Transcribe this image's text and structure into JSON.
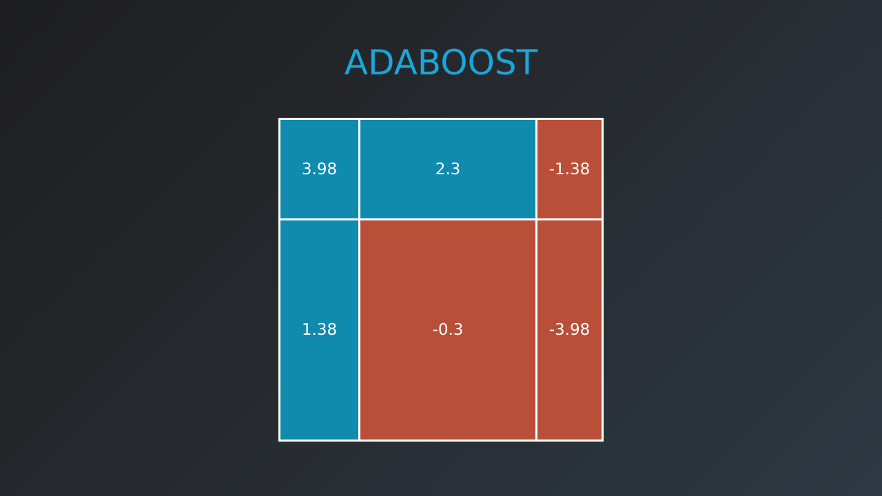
{
  "title": "ADABOOST",
  "colors": {
    "title": "#1aa6d9",
    "positive": "#108aad",
    "negative": "#b94f38",
    "border": "#ffffff"
  },
  "grid": {
    "rows": [
      {
        "cells": [
          {
            "value": "3.98",
            "sign": "positive"
          },
          {
            "value": "2.3",
            "sign": "positive"
          },
          {
            "value": "-1.38",
            "sign": "negative"
          }
        ]
      },
      {
        "cells": [
          {
            "value": "1.38",
            "sign": "positive"
          },
          {
            "value": "-0.3",
            "sign": "negative"
          },
          {
            "value": "-3.98",
            "sign": "negative"
          }
        ]
      }
    ]
  }
}
